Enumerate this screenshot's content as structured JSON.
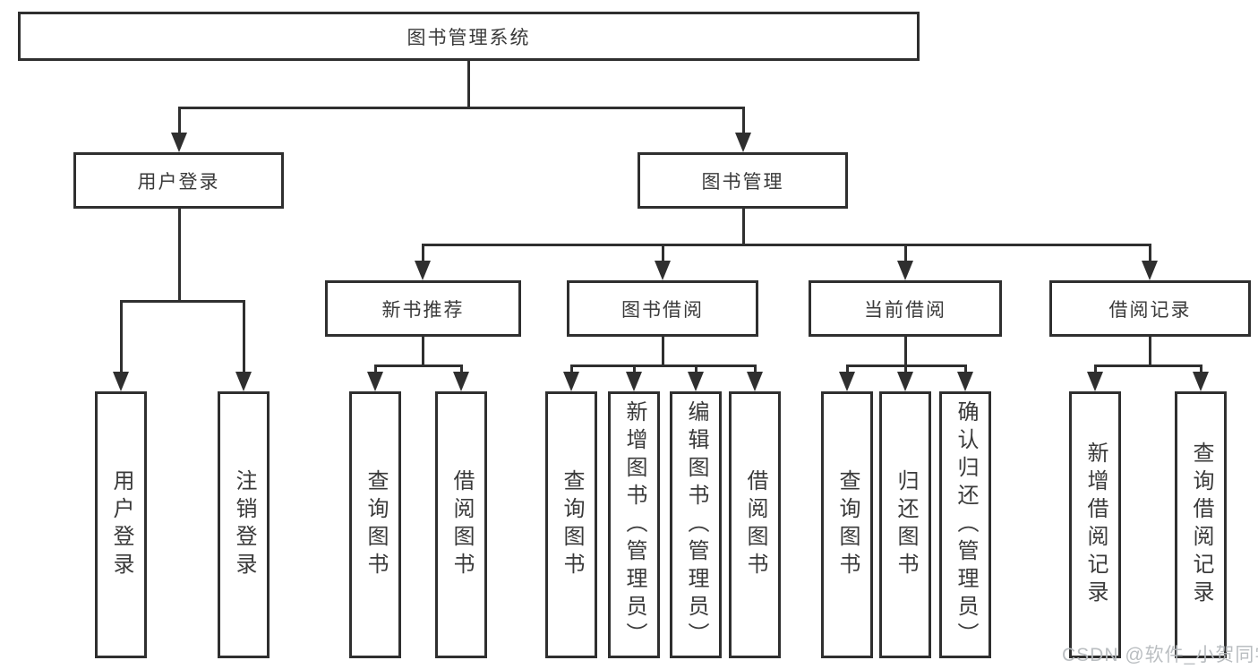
{
  "colors": {
    "line": "#2f2f2f",
    "text": "#3a3a3a",
    "box_background": "#ffffff",
    "watermark": "#b6babe"
  },
  "tree": {
    "root": "图书管理系统",
    "children": [
      {
        "label": "用户登录",
        "children": [
          "用户登录",
          "注销登录"
        ]
      },
      {
        "label": "图书管理",
        "children": [
          {
            "label": "新书推荐",
            "children": [
              "查询图书",
              "借阅图书"
            ]
          },
          {
            "label": "图书借阅",
            "children": [
              "查询图书",
              "新增图书（管理员）",
              "编辑图书（管理员）",
              "借阅图书"
            ]
          },
          {
            "label": "当前借阅",
            "children": [
              "查询图书",
              "归还图书",
              "确认归还（管理员）"
            ]
          },
          {
            "label": "借阅记录",
            "children": [
              "新增借阅记录",
              "查询借阅记录"
            ]
          }
        ]
      }
    ]
  },
  "watermark": "CSDN @软件_小贺同学"
}
